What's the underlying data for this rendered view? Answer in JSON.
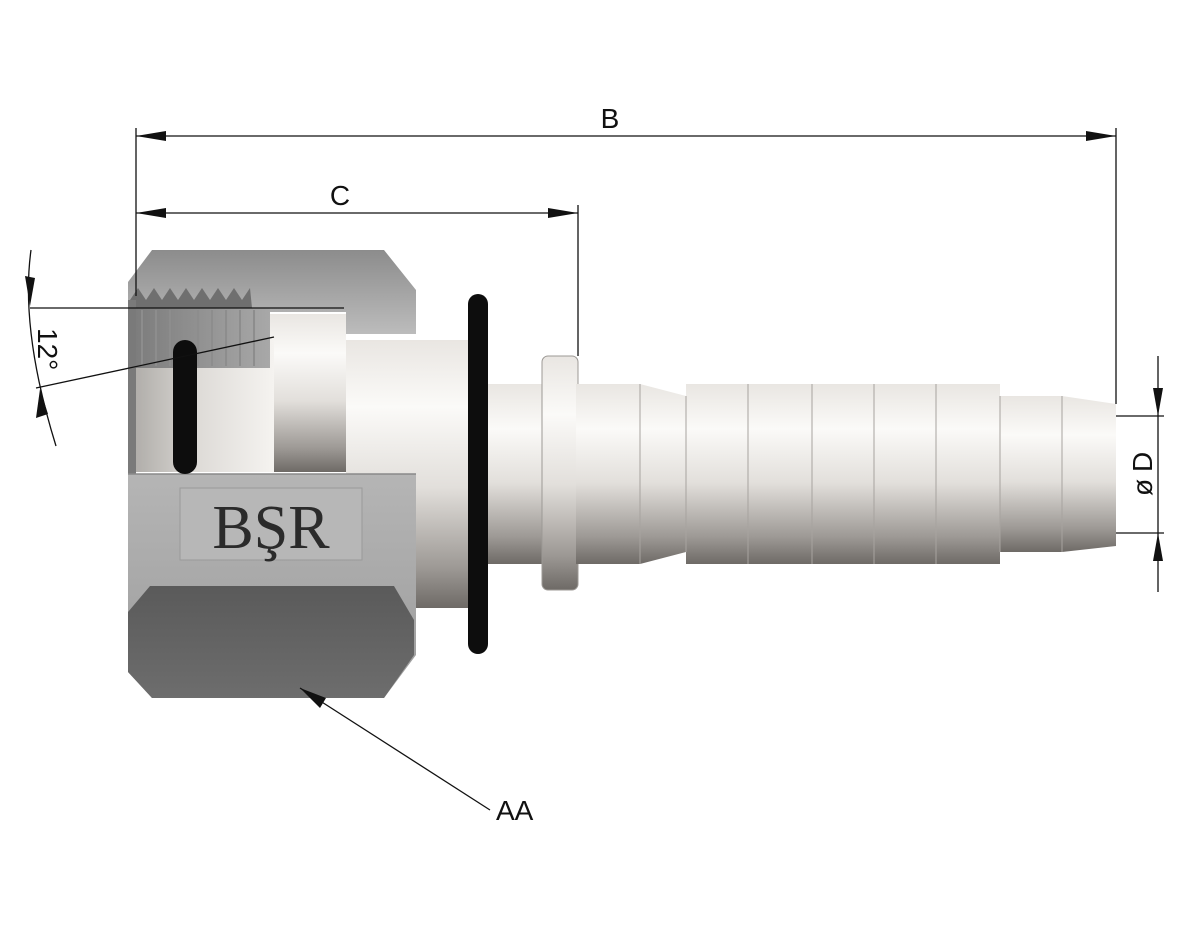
{
  "labels": {
    "overall_length": "B",
    "nut_length": "C",
    "angle": "12°",
    "diameter_symbol": "ø",
    "diameter": "D",
    "callout": "AA"
  },
  "logo": {
    "text": "BŞR"
  },
  "colors": {
    "steel_light": "#f3f1ee",
    "steel_mid": "#c9c6c2",
    "steel_dark": "#8b8885",
    "nut_light": "#a9a9a9",
    "nut_dark": "#5c5c5c",
    "oring": "#111111",
    "dimension": "#111111"
  }
}
